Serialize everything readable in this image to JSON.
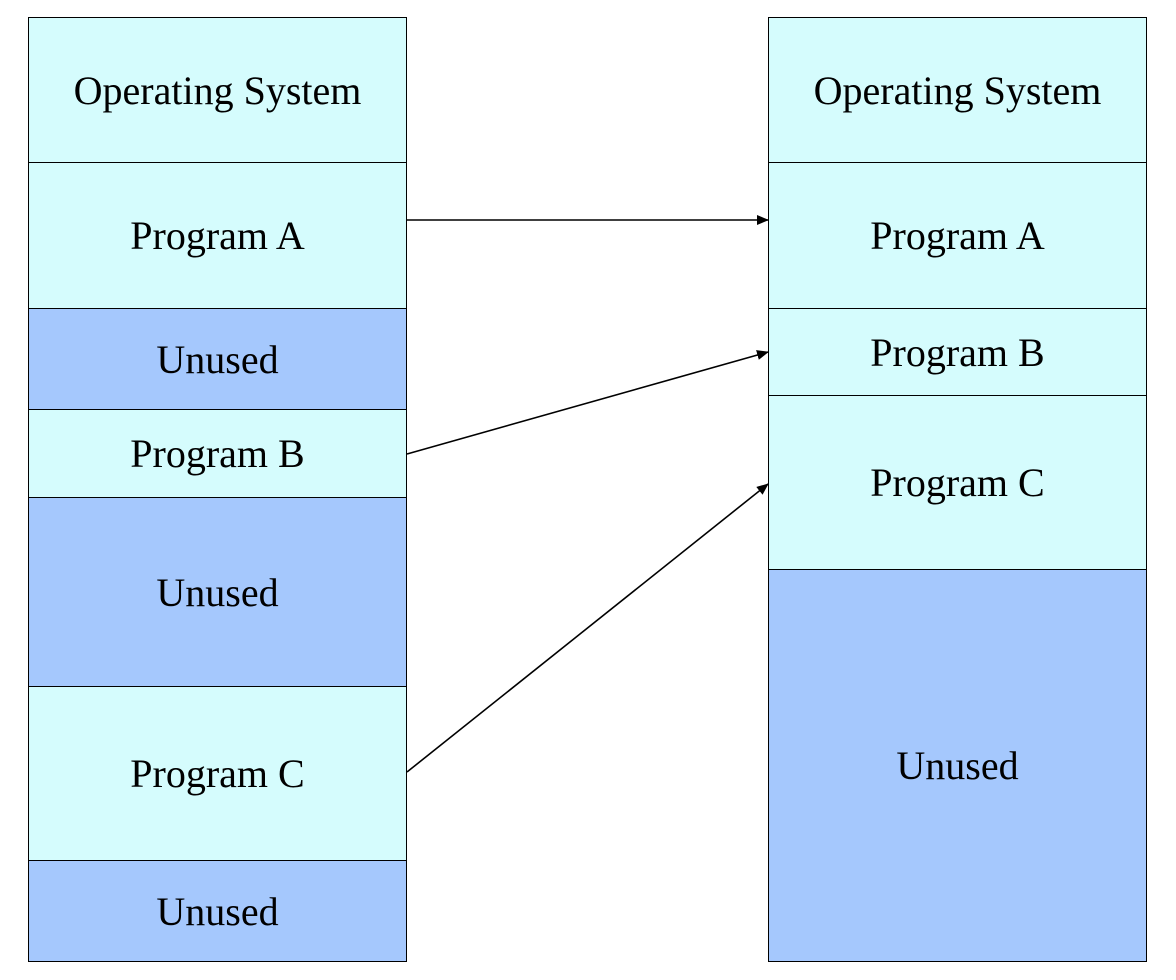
{
  "before": {
    "operating_system": "Operating System",
    "program_a": "Program A",
    "unused_1": "Unused",
    "program_b": "Program B",
    "unused_2": "Unused",
    "program_c": "Program C",
    "unused_3": "Unused"
  },
  "after": {
    "operating_system": "Operating System",
    "program_a": "Program A",
    "program_b": "Program B",
    "program_c": "Program C",
    "unused": "Unused"
  },
  "colors": {
    "used_fill": "#d5fcfd",
    "unused_fill": "#a5c8fd",
    "border": "#000000"
  }
}
